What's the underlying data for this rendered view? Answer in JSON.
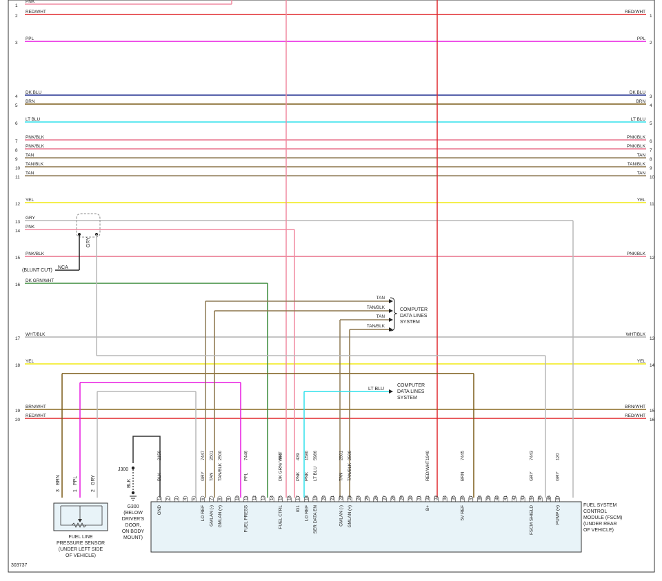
{
  "colors": {
    "PNK": "#f08aa0",
    "RED/WHT": "#e0282d",
    "PPL": "#e81ae0",
    "DK BLU": "#1f2f8f",
    "BRN": "#7a5a16",
    "LT BLU": "#2ee0ec",
    "PNK/BLK": "#e8708a",
    "TAN": "#8e7a55",
    "TAN/BLK": "#8b7448",
    "YEL": "#f0ea10",
    "GRY": "#b8b8b8",
    "DK GRN/WHT": "#3c8c3c",
    "WHT/BLK": "#b0b0b0",
    "BRN/WHT": "#8a6a22",
    "BLK": "#222222"
  },
  "top_harness_left": [
    {
      "num": "1",
      "color": "PNK"
    },
    {
      "num": "2",
      "color": "RED/WHT"
    },
    {
      "num": "3",
      "color": "PPL"
    },
    {
      "num": "4",
      "color": "DK BLU"
    },
    {
      "num": "5",
      "color": "BRN"
    },
    {
      "num": "6",
      "color": "LT BLU"
    },
    {
      "num": "7",
      "color": "PNK/BLK"
    },
    {
      "num": "8",
      "color": "PNK/BLK"
    },
    {
      "num": "9",
      "color": "TAN"
    },
    {
      "num": "10",
      "color": "TAN/BLK"
    },
    {
      "num": "11",
      "color": "TAN"
    },
    {
      "num": "12",
      "color": "YEL"
    },
    {
      "num": "13",
      "color": "GRY"
    },
    {
      "num": "14",
      "color": "PNK"
    },
    {
      "num": "15",
      "color": "PNK/BLK"
    },
    {
      "num": "16",
      "color": "DK GRN/WHT"
    },
    {
      "num": "17",
      "color": "WHT/BLK"
    },
    {
      "num": "18",
      "color": "YEL"
    },
    {
      "num": "19",
      "color": "BRN/WHT"
    },
    {
      "num": "20",
      "color": "RED/WHT"
    }
  ],
  "right_pins": [
    "1",
    "2",
    "3",
    "4",
    "5",
    "6",
    "7",
    "8",
    "9",
    "10",
    "11",
    "12",
    "13",
    "14",
    "15",
    "16"
  ],
  "right_labels": [
    "RED/WHT",
    "PPL",
    "DK BLU",
    "BRN",
    "LT BLU",
    "PNK/BLK",
    "PNK/BLK",
    "TAN",
    "TAN/BLK",
    "TAN",
    "YEL",
    "PNK/BLK",
    "WHT/BLK",
    "YEL",
    "BRN/WHT",
    "RED/WHT"
  ],
  "splice": {
    "gry": "GRY",
    "blunt": "(BLUNT CUT)",
    "nca": "NCA"
  },
  "data_lines_1": {
    "wires": [
      "TAN",
      "TAN/BLK",
      "TAN",
      "TAN/BLK"
    ],
    "title": [
      "COMPUTER",
      "DATA LINES",
      "SYSTEM"
    ]
  },
  "data_lines_2": {
    "wire": "LT BLU",
    "title": [
      "COMPUTER",
      "DATA LINES",
      "SYSTEM"
    ]
  },
  "sensor": {
    "pins": [
      {
        "num": "3",
        "color": "BRN"
      },
      {
        "num": "1",
        "color": "PPL"
      },
      {
        "num": "2",
        "color": "GRY"
      }
    ],
    "title": [
      "FUEL LINE",
      "PRESSURE SENSOR",
      "(UNDER LEFT SIDE",
      "OF VEHICLE)"
    ]
  },
  "ground": {
    "j300": "J300",
    "blk": "BLK",
    "g300": "G300",
    "location": [
      "(BELOW",
      "DRIVER'S",
      "DOOR,",
      "ON BODY",
      "MOUNT)"
    ]
  },
  "module": {
    "title": [
      "FUEL SYSTEM",
      "CONTROL",
      "MODULE (FSCM)",
      "(UNDER REAR",
      "OF VEHICLE)"
    ],
    "pins": [
      "1",
      "2",
      "3",
      "4",
      "5",
      "6",
      "7",
      "8",
      "9",
      "10",
      "11",
      "12",
      "13",
      "14",
      "15",
      "16",
      "17",
      "18",
      "19",
      "20",
      "21",
      "22",
      "23",
      "24",
      "25",
      "26",
      "27",
      "28",
      "29",
      "30",
      "31",
      "32",
      "33",
      "34",
      "35",
      "36",
      "37",
      "38",
      "39",
      "40",
      "41",
      "42",
      "43",
      "44",
      "45",
      "46",
      "47"
    ],
    "wires": [
      {
        "pin": "1",
        "color": "BLK",
        "circuit": "2150"
      },
      {
        "pin": "6",
        "color": "GRY",
        "circuit": "7447"
      },
      {
        "pin": "7",
        "color": "TAN",
        "circuit": "2501"
      },
      {
        "pin": "8",
        "color": "TAN/BLK",
        "circuit": "2500"
      },
      {
        "pin": "11",
        "color": "PPL",
        "circuit": "7446"
      },
      {
        "pin": "15",
        "color": "DK GRN/\nWHT",
        "circuit": "465"
      },
      {
        "pin": "17",
        "color": "PNK",
        "circuit": "439"
      },
      {
        "pin": "18",
        "color": "PNK",
        "circuit": "1580"
      },
      {
        "pin": "19",
        "color": "LT BLU",
        "circuit": "5986"
      },
      {
        "pin": "22",
        "color": "TAN",
        "circuit": "2501"
      },
      {
        "pin": "23",
        "color": "TAN/BLK",
        "circuit": "2500"
      },
      {
        "pin": "32",
        "color": "RED/WHT",
        "circuit": "1940"
      },
      {
        "pin": "36",
        "color": "BRN",
        "circuit": "7445"
      },
      {
        "pin": "44",
        "color": "GRY",
        "circuit": "7443"
      },
      {
        "pin": "47",
        "color": "GRY",
        "circuit": "120"
      }
    ],
    "functions": [
      {
        "pin": "1",
        "label": "GND"
      },
      {
        "pin": "6",
        "label": "LO REF"
      },
      {
        "pin": "7",
        "label": "GMLAN (-)"
      },
      {
        "pin": "8",
        "label": "GMLAN (+)"
      },
      {
        "pin": "11",
        "label": "FUEL PRESS"
      },
      {
        "pin": "15",
        "label": "FUEL CTRL"
      },
      {
        "pin": "17",
        "label": "IG1"
      },
      {
        "pin": "18",
        "label": "LO REF"
      },
      {
        "pin": "19",
        "label": "SER DATA EN"
      },
      {
        "pin": "22",
        "label": "GMLAN (-)"
      },
      {
        "pin": "23",
        "label": "GMLAN (+)"
      },
      {
        "pin": "32",
        "label": "B+"
      },
      {
        "pin": "36",
        "label": "5V REF"
      },
      {
        "pin": "44",
        "label": "FSCM SHIELD"
      },
      {
        "pin": "47",
        "label": "PUMP (+)"
      }
    ]
  },
  "figure_id": "303737"
}
